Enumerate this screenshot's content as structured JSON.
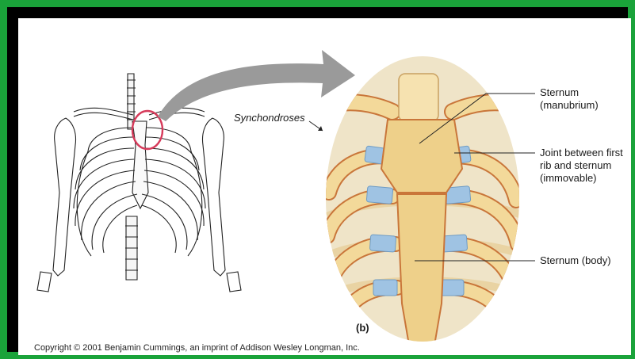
{
  "labels": {
    "synchondroses": "Synchondroses",
    "sternum_manubrium_1": "Sternum",
    "sternum_manubrium_2": "(manubrium)",
    "joint_1": "Joint between first",
    "joint_2": "rib and sternum",
    "joint_3": "(immovable)",
    "sternum_body": "Sternum (body)",
    "panel": "(b)"
  },
  "copyright": "Copyright © 2001 Benjamin Cummings, an imprint of Addison Wesley Longman, Inc.",
  "colors": {
    "frame": "#1aa33a",
    "bone": "#f3d99a",
    "bone_edge": "#c9763a",
    "cartilage": "#9fc3e3",
    "background_oval": "#efe4c8",
    "highlight_circle": "#d63a5a",
    "arrow": "#9a9a9a"
  }
}
